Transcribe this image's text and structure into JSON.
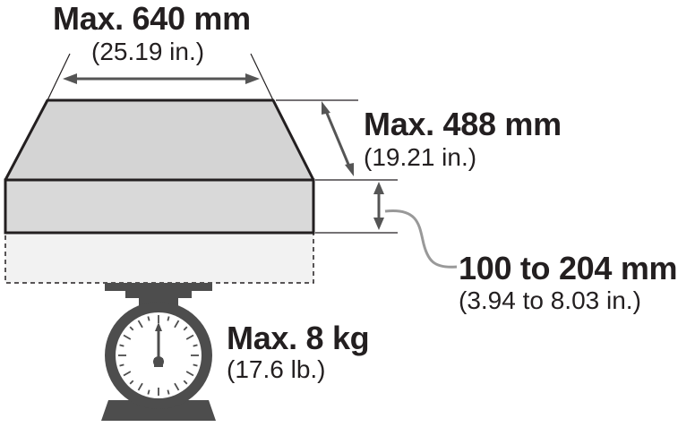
{
  "width_label": {
    "primary": "Max. 640 mm",
    "secondary": "(25.19 in.)"
  },
  "depth_label": {
    "primary": "Max. 488 mm",
    "secondary": "(19.21 in.)"
  },
  "height_label": {
    "primary": "100 to 204 mm",
    "secondary": "(3.94 to 8.03 in.)"
  },
  "weight_label": {
    "primary": "Max. 8 kg",
    "secondary": "(17.6 lb.)"
  },
  "icons": {
    "scale": "weighing-scale-icon",
    "box": "media-stack-box"
  },
  "colors": {
    "stroke": "#231f20",
    "box_fill": "#d4d4d4",
    "box_front": "#d9d9d9",
    "dashed_fill": "#f2f2f2",
    "arrow": "#555555",
    "leader": "#999999"
  }
}
